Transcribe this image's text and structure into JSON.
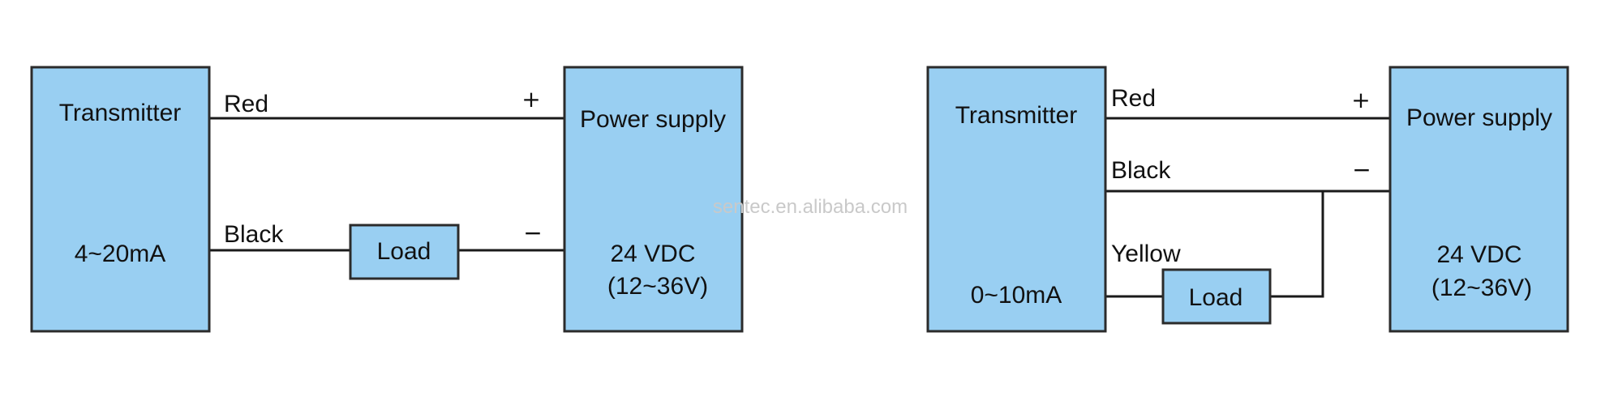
{
  "colors": {
    "box_fill": "#99cff2",
    "box_stroke": "#2b2b2b",
    "wire": "#1a1a1a",
    "watermark": "#c9c9c9"
  },
  "watermark": "sentec.en.alibaba.com",
  "left": {
    "transmitter": {
      "title": "Transmitter",
      "range": "4~20mA"
    },
    "wire_red": "Red",
    "wire_black": "Black",
    "load": "Load",
    "plus": "+",
    "minus": "−",
    "power": {
      "title": "Power supply",
      "voltage": "24 VDC",
      "range": "(12~36V)"
    }
  },
  "right": {
    "transmitter": {
      "title": "Transmitter",
      "range": "0~10mA"
    },
    "wire_red": "Red",
    "wire_black": "Black",
    "wire_yellow": "Yellow",
    "load": "Load",
    "plus": "+",
    "minus": "−",
    "power": {
      "title": "Power supply",
      "voltage": "24 VDC",
      "range": "(12~36V)"
    }
  }
}
